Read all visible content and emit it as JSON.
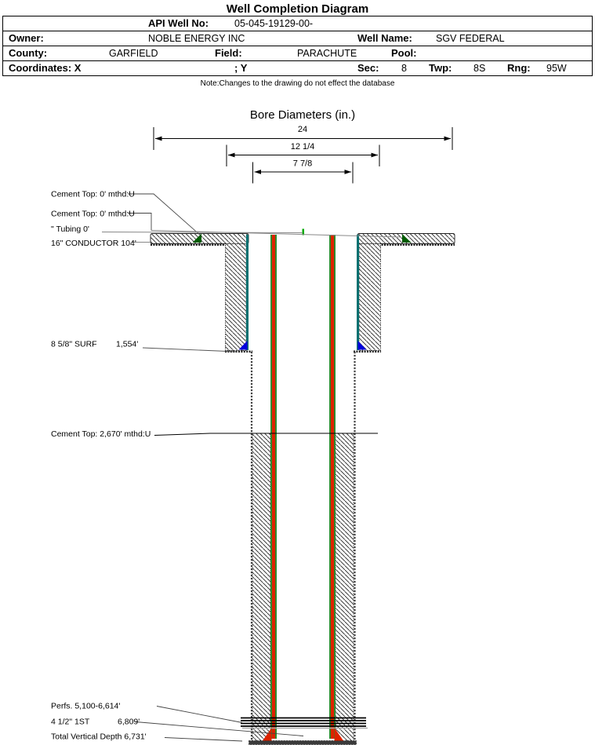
{
  "title": "Well Completion Diagram",
  "header": {
    "api_label": "API Well No:",
    "api_value": "05-045-19129-00-",
    "owner_label": "Owner:",
    "owner_value": "NOBLE ENERGY INC",
    "well_name_label": "Well Name:",
    "well_name_value": "SGV FEDERAL",
    "county_label": "County:",
    "county_value": "GARFIELD",
    "field_label": "Field:",
    "field_value": "PARACHUTE",
    "pool_label": "Pool:",
    "pool_value": "",
    "coordinates_label": "Coordinates: X",
    "coordinates_y_label": "; Y",
    "sec_label": "Sec:",
    "sec_value": "8",
    "twp_label": "Twp:",
    "twp_value": "8S",
    "rng_label": "Rng:",
    "rng_value": "95W",
    "note": "Note:Changes to the drawing do not effect the database"
  },
  "bore_diameters": {
    "title": "Bore Diameters (in.)",
    "dims": [
      {
        "label": "24"
      },
      {
        "label": "12 1/4"
      },
      {
        "label": "7 7/8"
      }
    ]
  },
  "annotations": {
    "cement_top_1": "Cement Top: 0' mthd:U",
    "cement_top_2": "Cement Top: 0' mthd:U",
    "tubing": "\" Tubing 0'",
    "conductor": "16\" CONDUCTOR  104'",
    "surf_casing": "8 5/8\" SURF",
    "surf_depth": "1,554'",
    "cement_top_3": "Cement Top: 2,670' mthd:U",
    "perfs": "Perfs. 5,100-6,614'",
    "first_string": "4 1/2\" 1ST",
    "first_string_depth": "6,809'",
    "tvd": "Total Vertical Depth 6,731'"
  },
  "colors": {
    "casing_teal": "#007070",
    "pipe_red": "#dd2200",
    "pipe_green": "#2e8b2e",
    "shoe_blue": "#0000dd",
    "cement_marker_green": "#005c00",
    "tubing_tick_green": "#00aa00"
  }
}
